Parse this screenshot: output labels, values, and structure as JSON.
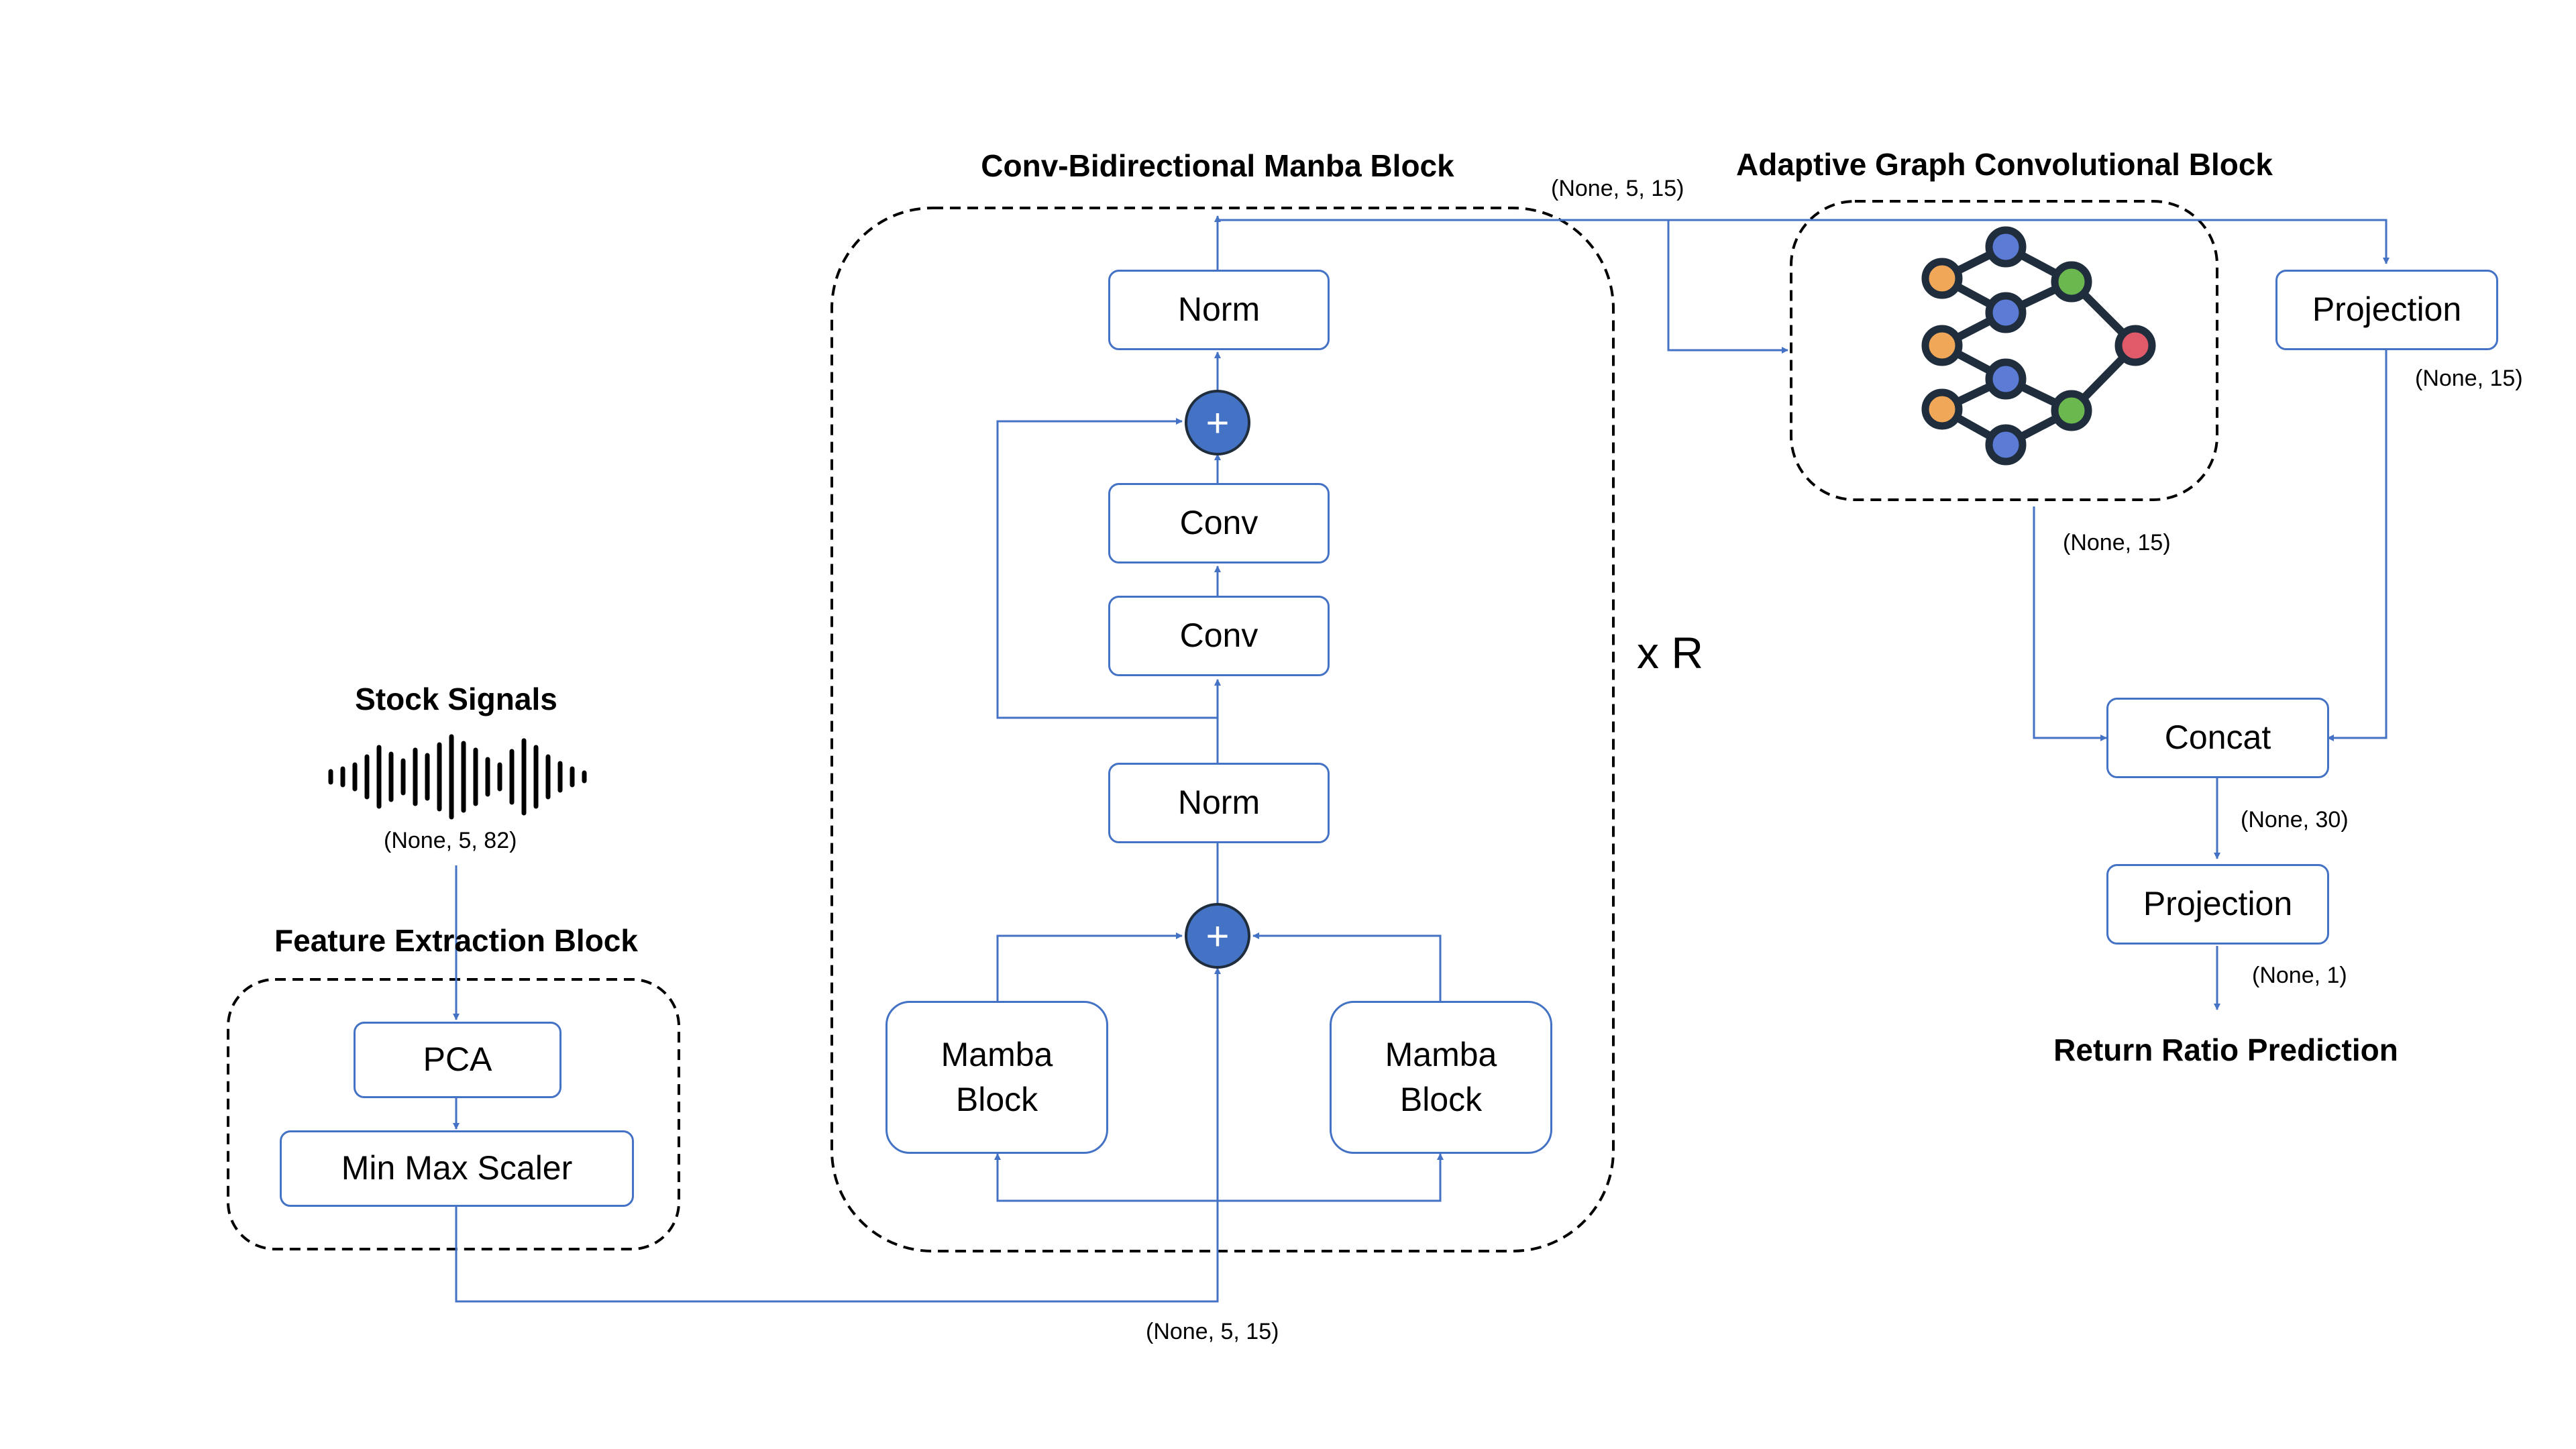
{
  "titles": {
    "conv_bimamba": "Conv-Bidirectional Manba Block",
    "graph": "Adaptive Graph Convolutional Block",
    "stock_signals": "Stock Signals",
    "feature_extraction": "Feature Extraction Block",
    "return_ratio": "Return Ratio Prediction"
  },
  "boxes": {
    "norm_top": "Norm",
    "conv_upper": "Conv",
    "conv_lower": "Conv",
    "norm_bottom": "Norm",
    "mamba_left_line1": "Mamba",
    "mamba_left_line2": "Block",
    "mamba_right_line1": "Mamba",
    "mamba_right_line2": "Block",
    "pca": "PCA",
    "min_max_scaler": "Min Max Scaler",
    "projection_top": "Projection",
    "concat": "Concat",
    "projection_bottom": "Projection"
  },
  "shapes": {
    "stock_signals": "(None, 5, 82)",
    "block_output": "(None, 5, 15)",
    "feature_output": "(None, 5, 15)",
    "projection_output": "(None, 15)",
    "graph_output": "(None, 15)",
    "concat_output": "(None, 30)",
    "final_output": "(None, 1)"
  },
  "repeat_label": "x R",
  "adder_symbol": "+",
  "colors": {
    "arrow": "#4472c4",
    "box_border": "#4472c4",
    "adder_fill": "#4472c4",
    "node_orange": "#f0a858",
    "node_blue": "#5b7bd5",
    "node_green": "#6ab84e",
    "node_red": "#e05a6a",
    "graph_edge": "#1f2d3d"
  },
  "icons": [
    "waveform-icon",
    "neural-graph-icon"
  ]
}
